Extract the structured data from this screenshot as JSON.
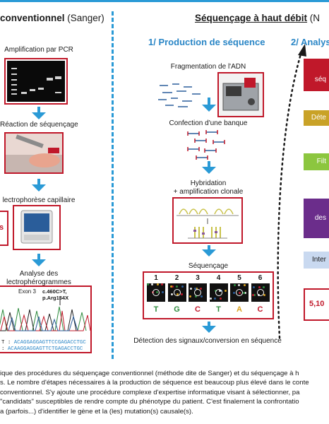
{
  "header": {
    "left_title_bold": "conventionnel",
    "left_title_rest": " (Sanger)",
    "right_title_bold": "Séquençage à haut débit",
    "right_title_rest": " (N"
  },
  "sanger_steps": [
    "Amplification par PCR",
    "Réaction de séquençage",
    "lectrophorèse capillaire",
    "Analyse des",
    "lectrophérogrammes"
  ],
  "chromatogram": {
    "exon": "Exon 3",
    "mutation": "c.460C>T, p.Arg154X",
    "seq1_prefix": "T : ",
    "seq1": "ACAGGAGGAGTTCCGAGACCTGC",
    "seq2_prefix": ": ",
    "seq2": "ACAAGGAGGAGTTCTGAGACCTGC"
  },
  "ngs": {
    "section1_title": "1/ Production de séquence",
    "section2_title": "2/ Analys",
    "steps": [
      "Fragmentation de l'ADN",
      "Confection d'une banque",
      "Hybridation",
      "+ amplification clonale",
      "Séquençage",
      "Détection des signaux/conversion en séquence"
    ],
    "cycle_numbers": [
      "1",
      "2",
      "3",
      "4",
      "5",
      "6"
    ],
    "bases": [
      "T",
      "G",
      "C",
      "T",
      "A",
      "C"
    ],
    "base_colors": [
      "#2e8b3e",
      "#2e8b3e",
      "#c0182a",
      "#2e8b3e",
      "#d9a21f",
      "#c0182a"
    ]
  },
  "analysis_cards": [
    {
      "text": "séq",
      "color": "#c0182a"
    },
    {
      "text": "Déte",
      "color": "#c9a227"
    },
    {
      "text": "Filt",
      "color": "#8cc63f"
    },
    {
      "text": "des",
      "color": "#6b2d8b"
    },
    {
      "text": "Inter",
      "color": "#c9d9f0"
    }
  ],
  "final_box": "5,10",
  "left_partial_text": "s",
  "caption_lines": [
    "ique des procédures du séquençage conventionnel (méthode dite de Sanger) et du séquençage à h",
    "s. Le nombre d'étapes nécessaires à la production de séquence est beaucoup plus élevé dans le conte",
    " conventionnel. S'y ajoute une procédure complexe d'expertise informatique visant à sélectionner, pa",
    " \"candidats\" susceptibles de rendre compte du phénotype du patient. C'est finalement la confrontatio",
    "a (parfois...) d'identifier le gène et la (les) mutation(s) causale(s)."
  ]
}
